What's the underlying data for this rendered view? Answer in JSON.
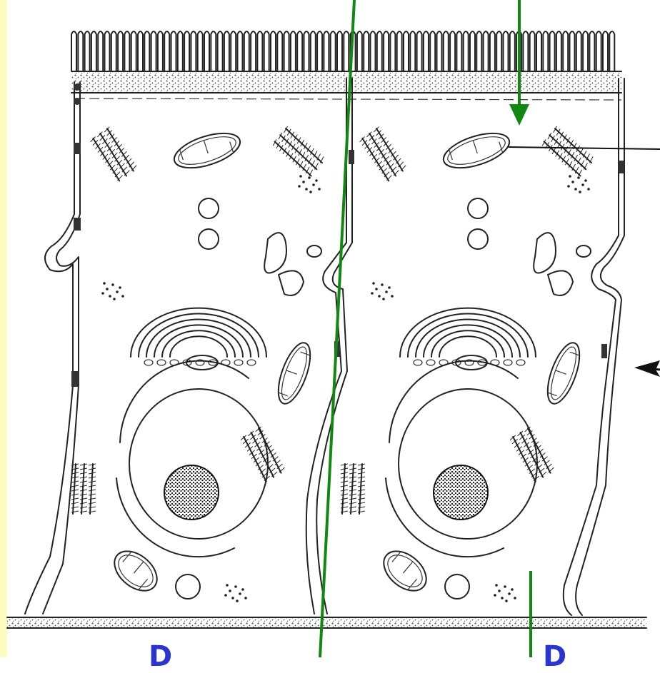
{
  "figure": {
    "bottom_labels": [
      "D",
      "D"
    ],
    "colors": {
      "pointer_green": "#118811",
      "pointer_black": "#111111",
      "label_blue": "#2a35d0",
      "side_band": "#fdfcc0",
      "ink": "#222222"
    },
    "organelles": [
      "microvilli",
      "terminal-web",
      "junctional-complex",
      "mitochondria",
      "rough-er",
      "golgi-apparatus",
      "nucleus",
      "nucleolus",
      "lysosomes",
      "vesicles",
      "basal-lamina"
    ]
  }
}
